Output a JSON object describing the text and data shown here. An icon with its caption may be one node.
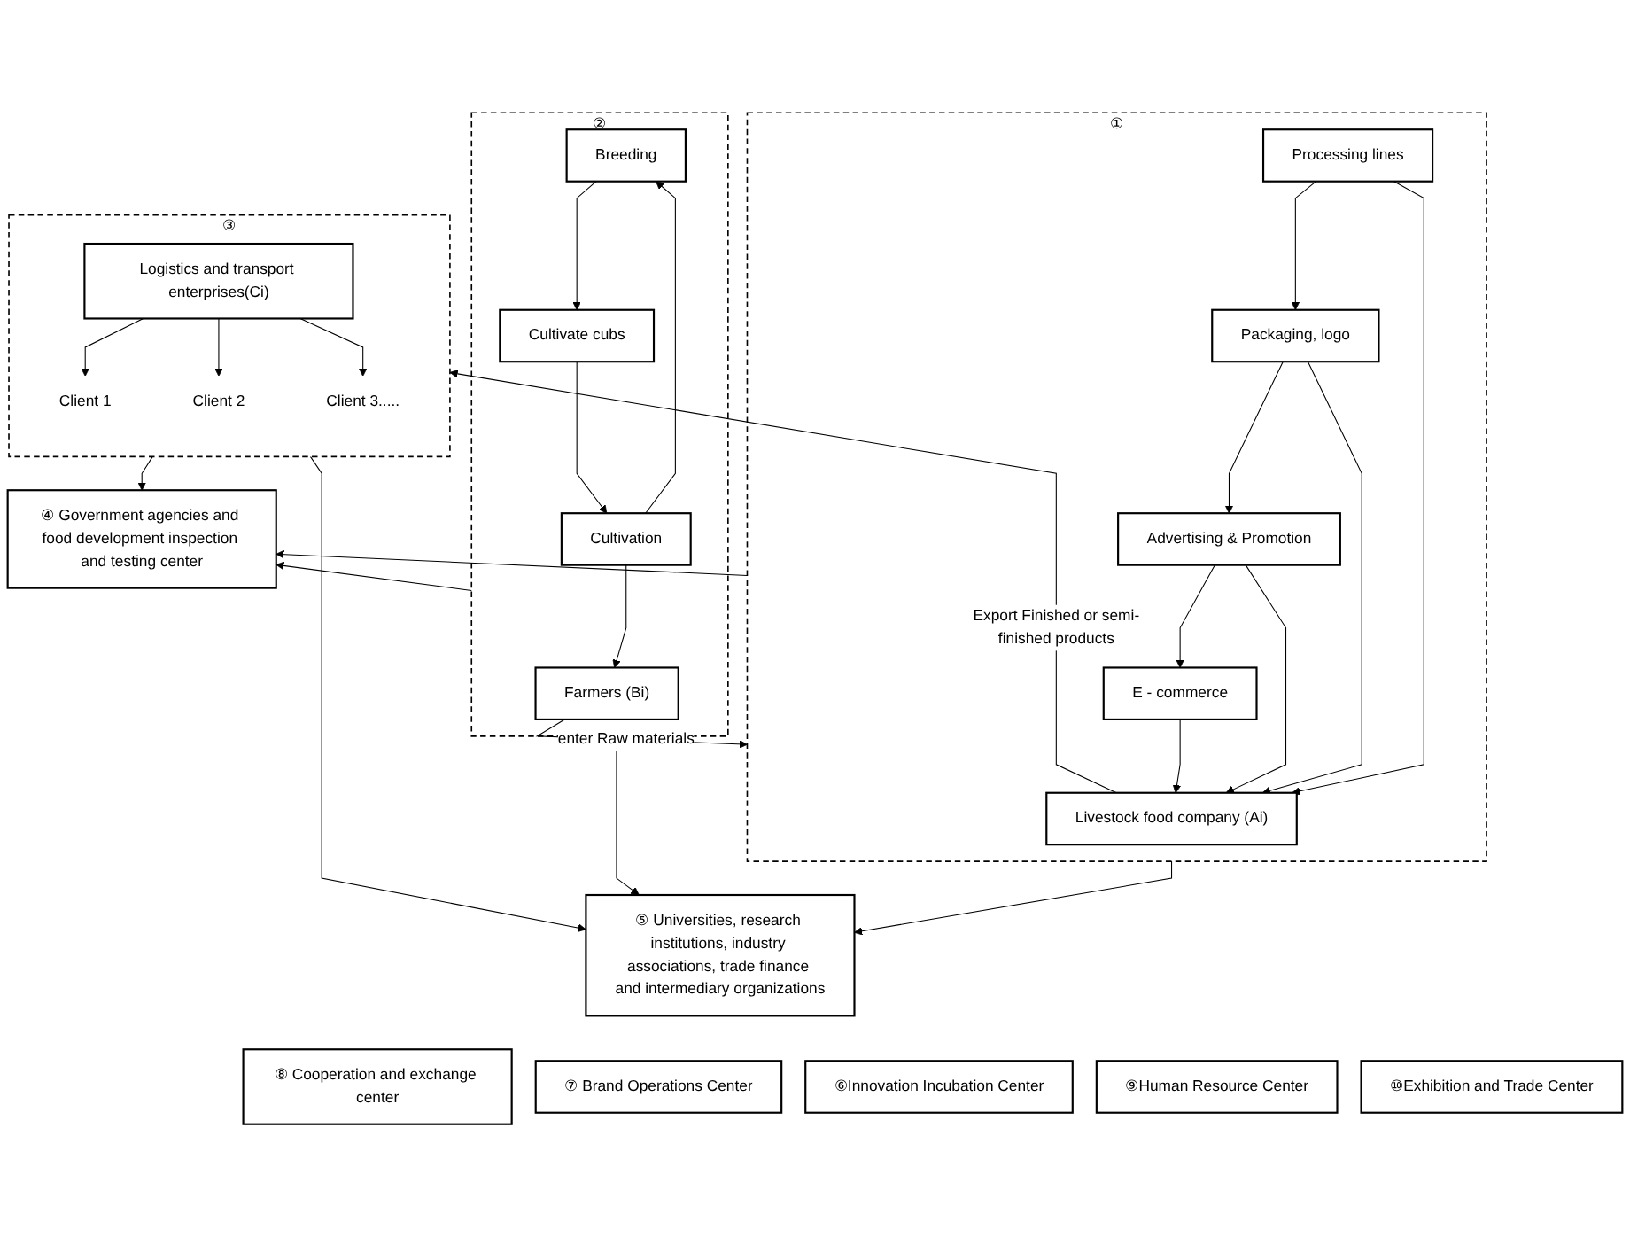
{
  "diagram": {
    "nodes": [
      {
        "text": [
          "④ Government agencies and food development inspection and testing center"
        ]
      },
      {
        "text": [
          "②"
        ]
      },
      {
        "text": [
          "Farmers (Bi)"
        ],
        "in": 1
      },
      {
        "text": [
          "Breeding"
        ],
        "in": 1
      },
      {
        "text": [
          "Cultivate cubs"
        ],
        "in": 1
      },
      {
        "text": [
          "Cultivation"
        ],
        "in": 1
      },
      {
        "text": [
          "①"
        ]
      },
      {
        "text": [
          "Livestock food company (Ai)"
        ],
        "in": 6
      },
      {
        "text": [
          "Processing lines"
        ],
        "in": 6
      },
      {
        "text": [
          "Packaging, logo"
        ],
        "in": 6
      },
      {
        "text": [
          "Advertising & Promotion"
        ],
        "in": 6
      },
      {
        "text": [
          "E - commerce"
        ],
        "in": 6
      },
      {
        "text": [
          "③"
        ]
      },
      {
        "text": [
          "Logistics and transport enterprises(Ci)"
        ],
        "in": 12
      },
      {
        "text": [
          "Client 1"
        ],
        "in": 12
      },
      {
        "text": [
          "Client 2"
        ],
        "in": 12
      },
      {
        "text": [
          "Client 3....."
        ],
        "in": 12
      },
      {
        "text": [
          "⑤ Universities, research institutions, industry associations, trade finance and intermediary organizations"
        ]
      },
      {
        "text": [
          "⑧ Cooperation and exchange center"
        ]
      },
      {
        "text": [
          "⑦ Brand Operations Center"
        ]
      },
      {
        "text": [
          "⑥Innovation Incubation Center"
        ]
      },
      {
        "text": [
          "⑨Human Resource Center"
        ]
      },
      {
        "text": [
          "⑩Exhibition and Trade Center"
        ]
      }
    ],
    "edges": [
      {
        "from": 1,
        "to": 0,
        "arrow": "to"
      },
      {
        "from": 6,
        "to": 0,
        "arrow": "to"
      },
      {
        "from": 12,
        "to": 0,
        "arrow": "to"
      },
      {
        "from": 2,
        "to": 6,
        "arrow": "to",
        "label": "enter Raw materials"
      },
      {
        "from": 3,
        "to": 4,
        "arrow": "to"
      },
      {
        "from": 4,
        "to": 5,
        "arrow": "to"
      },
      {
        "from": 5,
        "to": 2,
        "arrow": "to"
      },
      {
        "from": 5,
        "to": 3,
        "arrow": "to"
      },
      {
        "from": 7,
        "to": 12,
        "arrow": "to",
        "label": "Export Finished or semi-finished products"
      },
      {
        "from": 8,
        "to": 9,
        "arrow": "to"
      },
      {
        "from": 9,
        "to": 10,
        "arrow": "to"
      },
      {
        "from": 10,
        "to": 11,
        "arrow": "to"
      },
      {
        "from": 8,
        "to": 7,
        "arrow": "to"
      },
      {
        "from": 9,
        "to": 7,
        "arrow": "to"
      },
      {
        "from": 10,
        "to": 7,
        "arrow": "to"
      },
      {
        "from": 11,
        "to": 7,
        "arrow": "to"
      },
      {
        "from": 13,
        "to": 14,
        "arrow": "to"
      },
      {
        "from": 13,
        "to": 15,
        "arrow": "to"
      },
      {
        "from": 13,
        "to": 16,
        "arrow": "to"
      },
      {
        "from": 1,
        "to": 17,
        "arrow": "to"
      },
      {
        "from": 6,
        "to": 17,
        "arrow": "to"
      },
      {
        "from": 12,
        "to": 17,
        "arrow": "to"
      }
    ]
  }
}
